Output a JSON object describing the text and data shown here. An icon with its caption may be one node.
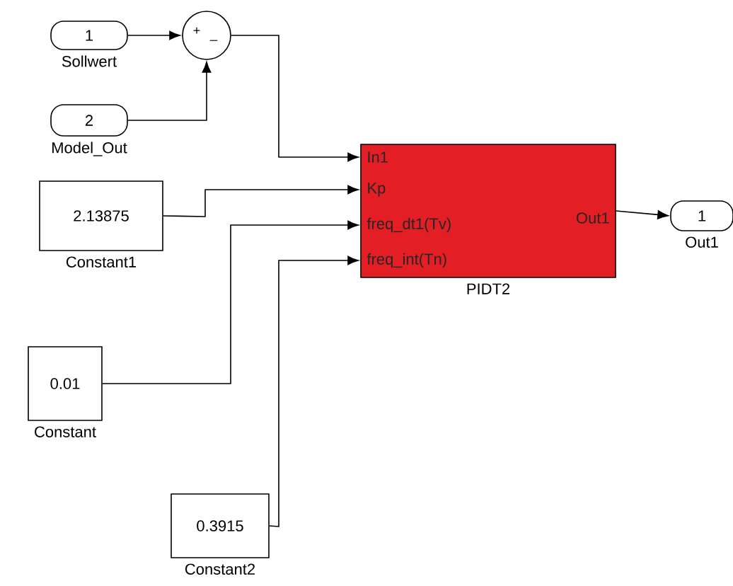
{
  "diagram": {
    "nodes": [
      {
        "text": [
          "1"
        ],
        "beside": [
          "Sollwert"
        ]
      },
      {
        "text": [
          "2"
        ],
        "beside": [
          "Model_Out"
        ]
      },
      {
        "text": [
          "+",
          "_"
        ]
      },
      {
        "text": [
          "2.13875"
        ],
        "beside": [
          "Constant1"
        ]
      },
      {
        "text": [
          "In1",
          "Kp",
          "freq_dt1(Tv)",
          "freq_int(Tn)",
          "Out1"
        ],
        "beside": [
          "PIDT2"
        ]
      },
      {
        "text": [
          "1"
        ],
        "beside": [
          "Out1"
        ]
      },
      {
        "text": [
          "0.01"
        ],
        "beside": [
          "Constant"
        ]
      },
      {
        "text": [
          "0.3915"
        ],
        "beside": [
          "Constant2"
        ]
      }
    ],
    "edges": [
      {
        "from": 0,
        "to": 2,
        "arrow": "to"
      },
      {
        "from": 1,
        "to": 2,
        "arrow": "to"
      },
      {
        "from": 2,
        "to": 4,
        "arrow": "to"
      },
      {
        "from": 3,
        "to": 4,
        "arrow": "to"
      },
      {
        "from": 6,
        "to": 4,
        "arrow": "to"
      },
      {
        "from": 7,
        "to": 4,
        "arrow": "to"
      },
      {
        "from": 4,
        "to": 5,
        "arrow": "to"
      }
    ]
  }
}
